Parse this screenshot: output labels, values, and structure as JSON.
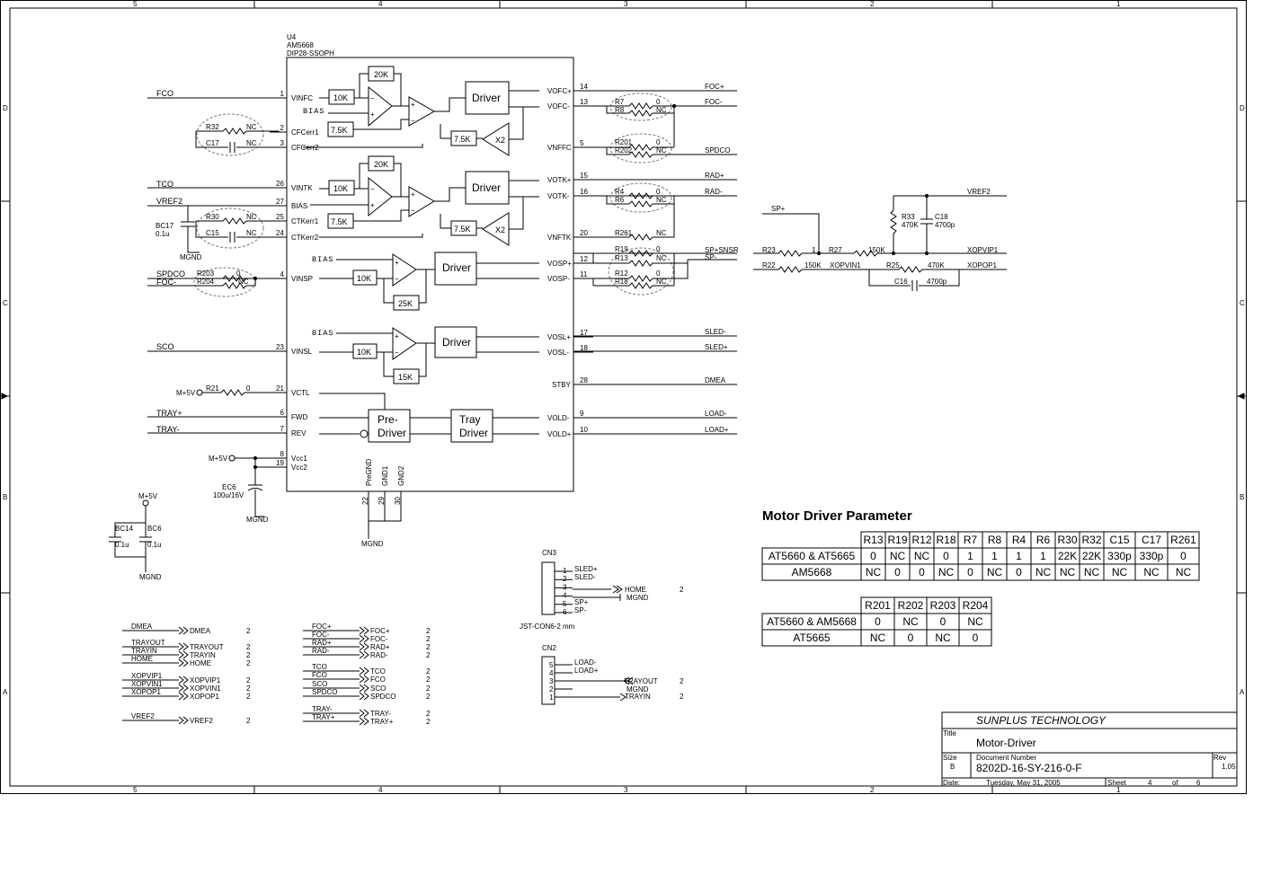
{
  "border": {
    "cols_top": [
      "5",
      "4",
      "3",
      "2",
      "1"
    ],
    "cols_bottom": [
      "5",
      "4",
      "3",
      "2",
      "1"
    ],
    "rows": [
      "D",
      "C",
      "B",
      "A"
    ]
  },
  "ic": {
    "ref": "U4",
    "part": "AM5668",
    "package": "DIP28-SSOPH",
    "left_pins": [
      {
        "num": "1",
        "name": "VINFC"
      },
      {
        "num": "2",
        "name": "CFCerr1"
      },
      {
        "num": "3",
        "name": "CFCerr2"
      },
      {
        "num": "26",
        "name": "VINTK"
      },
      {
        "num": "27",
        "name": "BIAS"
      },
      {
        "num": "25",
        "name": "CTKerr1"
      },
      {
        "num": "24",
        "name": "CTKerr2"
      },
      {
        "num": "4",
        "name": "VINSP"
      },
      {
        "num": "23",
        "name": "VINSL"
      },
      {
        "num": "21",
        "name": "VCTL"
      },
      {
        "num": "6",
        "name": "FWD"
      },
      {
        "num": "7",
        "name": "REV"
      },
      {
        "num": "8",
        "name": "Vcc1"
      },
      {
        "num": "19",
        "name": "Vcc2"
      }
    ],
    "right_pins": [
      {
        "num": "14",
        "name": "VOFC+"
      },
      {
        "num": "13",
        "name": "VOFC-"
      },
      {
        "num": "5",
        "name": "VNFFC"
      },
      {
        "num": "15",
        "name": "VOTK+"
      },
      {
        "num": "16",
        "name": "VOTK-"
      },
      {
        "num": "20",
        "name": "VNFTK"
      },
      {
        "num": "12",
        "name": "VOSP+"
      },
      {
        "num": "11",
        "name": "VOSP-"
      },
      {
        "num": "17",
        "name": "VOSL+"
      },
      {
        "num": "18",
        "name": "VOSL-"
      },
      {
        "num": "28",
        "name": "STBY"
      },
      {
        "num": "9",
        "name": "VOLD-"
      },
      {
        "num": "10",
        "name": "VOLD+"
      }
    ],
    "bottom_pins": [
      {
        "num": "22",
        "name": "PreGND"
      },
      {
        "num": "29",
        "name": "GND1"
      },
      {
        "num": "30",
        "name": "GND2"
      }
    ],
    "blocks": {
      "r20k": "20K",
      "r10k": "10K",
      "r7k5": "7.5K",
      "r25k": "25K",
      "r15k": "15K",
      "driver": "Driver",
      "x2": "X2",
      "bias": "BIAS",
      "pre1": "Pre-",
      "pre2": "Driver",
      "tray1": "Tray",
      "tray2": "Driver"
    }
  },
  "nets": {
    "fco": "FCO",
    "tco": "TCO",
    "vref2": "VREF2",
    "spdco": "SPDCO",
    "foc_m": "FOC-",
    "sco": "SCO",
    "m5v": "M+5V",
    "tray_p": "TRAY+",
    "tray_m": "TRAY-",
    "mgnd": "MGND",
    "foc_p": "FOC+",
    "rad_p": "RAD+",
    "rad_m": "RAD-",
    "sp_snsr": "SP+SNSR",
    "sp_m": "SP-",
    "sp_p": "SP+",
    "sled_m": "SLED-",
    "sled_p": "SLED+",
    "dmea": "DMEA",
    "load_m": "LOAD-",
    "load_p": "LOAD+",
    "xopvip1": "XOPVIP1",
    "xopvin1": "XOPVIN1",
    "xopop1": "XOPOP1"
  },
  "parts": {
    "R32": "R32",
    "C17": "C17",
    "R30": "R30",
    "C15": "C15",
    "BC17": "BC17",
    "BC17v": "0.1u",
    "R203": "R203",
    "R204": "R204",
    "R21": "R21",
    "EC6": "EC6",
    "EC6v": "100u/16V",
    "BC14": "BC14",
    "BC6": "BC6",
    "cap01": "0.1u",
    "R7": "R7",
    "R8": "R8",
    "R201": "R201",
    "R202": "R202",
    "R4": "R4",
    "R6": "R6",
    "R261": "R261",
    "R19": "R19",
    "R13": "R13",
    "R12": "R12",
    "R18": "R18",
    "R23": "R23",
    "R22": "R22",
    "R27": "R27",
    "R25": "R25",
    "R33": "R33",
    "C18": "C18",
    "C16": "C16",
    "v150k": "150K",
    "v470k": "470K",
    "v4700p": "4700p",
    "zero": "0",
    "nc": "NC",
    "one": "1"
  },
  "connectors": {
    "cn3": "CN3",
    "cn3_name": "JST-CON6-2 mm",
    "cn3_pins": [
      {
        "n": "1",
        "s": "SLED+"
      },
      {
        "n": "2",
        "s": "SLED-"
      },
      {
        "n": "3",
        "s": ""
      },
      {
        "n": "4",
        "s": ""
      },
      {
        "n": "5",
        "s": "SP+"
      },
      {
        "n": "6",
        "s": "SP-"
      }
    ],
    "home": "HOME",
    "cn3_home_page": "2",
    "cn2": "CN2",
    "cn2_pins": [
      {
        "n": "5",
        "s": "LOAD-"
      },
      {
        "n": "4",
        "s": "LOAD+"
      },
      {
        "n": "3",
        "s": ""
      },
      {
        "n": "2",
        "s": ""
      },
      {
        "n": "1",
        "s": ""
      }
    ],
    "trayout": "TRAYOUT",
    "trayin": "TRAYIN",
    "page2": "2"
  },
  "offpage_left": [
    {
      "line": "DMEA",
      "port": "DMEA",
      "page": "2"
    },
    {
      "line": "TRAYOUT",
      "port": "TRAYOUT",
      "page": "2"
    },
    {
      "line": "TRAYIN",
      "port": "TRAYIN",
      "page": "2"
    },
    {
      "line": "HOME",
      "port": "HOME",
      "page": "2"
    },
    {
      "line": "XOPVIP1",
      "port": "XOPVIP1",
      "page": "2"
    },
    {
      "line": "XOPVIN1",
      "port": "XOPVIN1",
      "page": "2"
    },
    {
      "line": "XOPOP1",
      "port": "XOPOP1",
      "page": "2"
    },
    {
      "line": "VREF2",
      "port": "VREF2",
      "page": "2"
    }
  ],
  "offpage_mid": [
    {
      "line": "FOC+",
      "port": "FOC+",
      "page": "2"
    },
    {
      "line": "FOC-",
      "port": "FOC-",
      "page": "2"
    },
    {
      "line": "RAD+",
      "port": "RAD+",
      "page": "2"
    },
    {
      "line": "RAD-",
      "port": "RAD-",
      "page": "2"
    },
    {
      "line": "TCO",
      "port": "TCO",
      "page": "2"
    },
    {
      "line": "FCO",
      "port": "FCO",
      "page": "2"
    },
    {
      "line": "SCO",
      "port": "SCO",
      "page": "2"
    },
    {
      "line": "SPDCO",
      "port": "SPDCO",
      "page": "2"
    },
    {
      "line": "TRAY-",
      "port": "TRAY-",
      "page": "2"
    },
    {
      "line": "TRAY+",
      "port": "TRAY+",
      "page": "2"
    }
  ],
  "parameter_title": "Motor Driver Parameter",
  "table1": {
    "headers": [
      "",
      "R13",
      "R19",
      "R12",
      "R18",
      "R7",
      "R8",
      "R4",
      "R6",
      "R30",
      "R32",
      "C15",
      "C17",
      "R261"
    ],
    "rows": [
      [
        "AT5660 & AT5665",
        "0",
        "NC",
        "NC",
        "0",
        "1",
        "1",
        "1",
        "1",
        "22K",
        "22K",
        "330p",
        "330p",
        "0"
      ],
      [
        "AM5668",
        "NC",
        "0",
        "0",
        "NC",
        "0",
        "NC",
        "0",
        "NC",
        "NC",
        "NC",
        "NC",
        "NC",
        "NC"
      ]
    ]
  },
  "table2": {
    "headers": [
      "",
      "R201",
      "R202",
      "R203",
      "R204"
    ],
    "rows": [
      [
        "AT5660 & AM5668",
        "0",
        "NC",
        "0",
        "NC"
      ],
      [
        "AT5665",
        "NC",
        "0",
        "NC",
        "0"
      ]
    ]
  },
  "title_block": {
    "company": "SUNPLUS TECHNOLOGY",
    "title_label": "Title",
    "title": "Motor-Driver",
    "size_label": "Size",
    "size": "B",
    "docnum_label": "Document Number",
    "docnum": "8202D-16-SY-216-0-F",
    "rev_label": "Rev",
    "rev": "1.05",
    "date_label": "Date:",
    "date": "Tuesday, May 31, 2005",
    "sheet_label": "Sheet",
    "sheet": "4",
    "of_label": "of",
    "of": "6"
  }
}
